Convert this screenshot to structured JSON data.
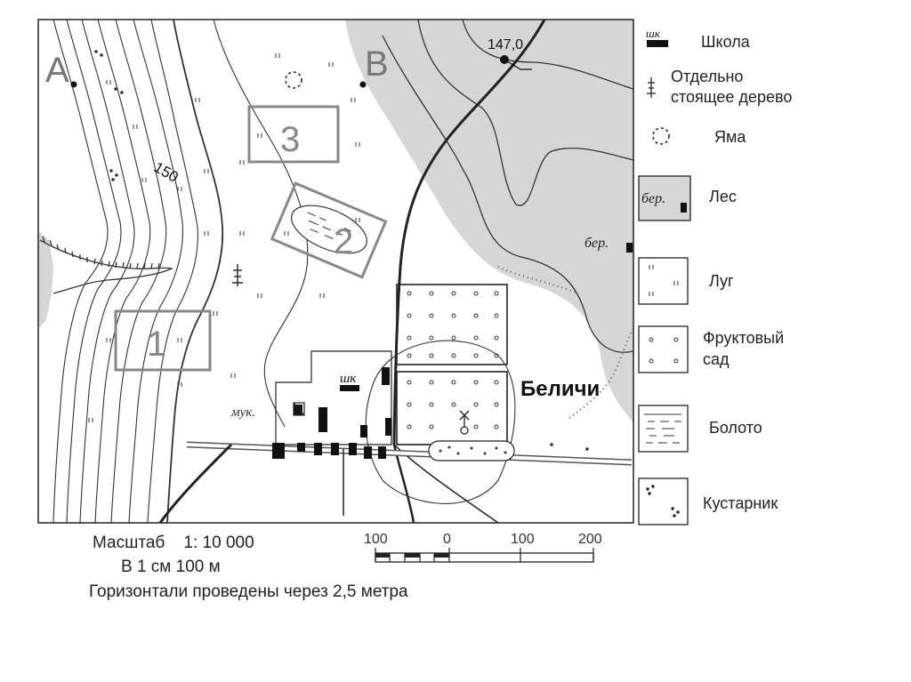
{
  "map": {
    "points": {
      "a": "А",
      "b": "В"
    },
    "elevation_mark": "147,0",
    "contour_label": "150",
    "plots": [
      "1",
      "2",
      "3"
    ],
    "settlement": "Беличи",
    "school_abbr": "шк",
    "mill_label": "мук.",
    "forest_label": "бер."
  },
  "legend": {
    "items": [
      {
        "id": "school",
        "label": "Школа"
      },
      {
        "id": "tree",
        "label": "Отдельно стоящее дерево"
      },
      {
        "id": "pit",
        "label": "Яма"
      },
      {
        "id": "forest",
        "label": "Лес"
      },
      {
        "id": "meadow",
        "label": "Луг"
      },
      {
        "id": "orchard",
        "label": "Фруктовый сад"
      },
      {
        "id": "swamp",
        "label": "Болото"
      },
      {
        "id": "shrub",
        "label": "Кустарник"
      }
    ],
    "school_abbr": "шк",
    "forest_abbr": "бер."
  },
  "footer": {
    "scale": "Масштаб    1: 10 000",
    "cm": "В 1 см 100 м",
    "contours": "Горизонтали проведены через  2,5 метра"
  },
  "scale_bar": {
    "ticks": [
      "100",
      "0",
      "100",
      "200"
    ]
  }
}
